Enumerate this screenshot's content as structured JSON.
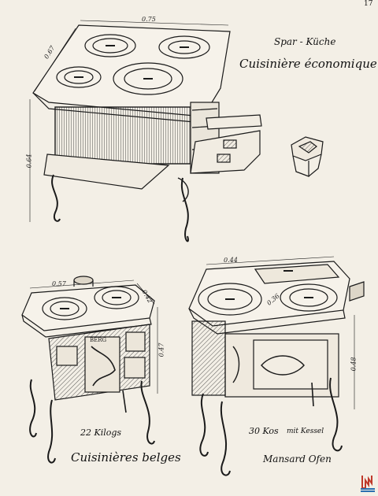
{
  "page_number": "17",
  "top_stove": {
    "title_de": "Spar - Küche",
    "title_fr": "Cuisinière économique",
    "dims": {
      "width": "0.75",
      "depth": "0.67",
      "height": "0.64"
    }
  },
  "left_stove": {
    "weight": "22 Kilogs",
    "caption": "Cuisinières belges",
    "dims": {
      "width": "0.57",
      "depth": "0.42",
      "height": "0.47"
    },
    "door_plate": "BERG"
  },
  "right_stove": {
    "weight": "30 Kos",
    "weight_note": "mit Kessel",
    "caption": "Mansard Ofen",
    "dims": {
      "width": "0.44",
      "depth": "0.36",
      "height": "0.48"
    }
  }
}
